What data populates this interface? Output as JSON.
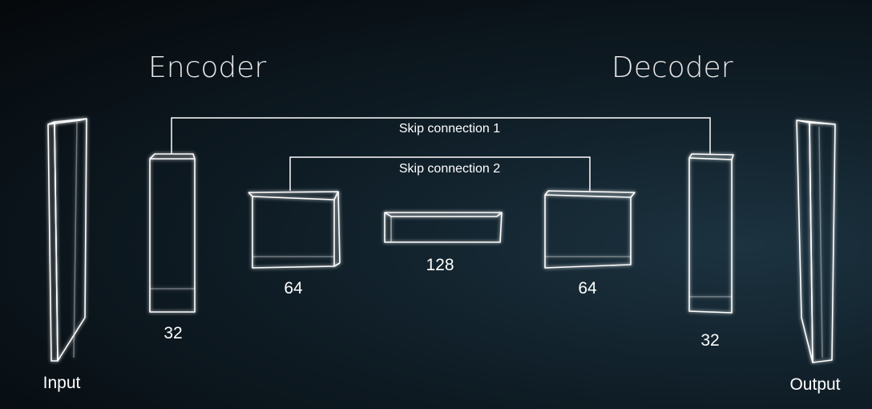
{
  "titles": {
    "encoder": "Encoder",
    "decoder": "Decoder"
  },
  "io": {
    "input": "Input",
    "output": "Output"
  },
  "blocks": {
    "enc1": "32",
    "enc2": "64",
    "bottleneck": "128",
    "dec2": "64",
    "dec1": "32"
  },
  "skips": {
    "skip1": "Skip connection 1",
    "skip2": "Skip connection 2"
  },
  "colors": {
    "background_dark": "#05080b",
    "background_accent": "#1c3340",
    "line": "#ffffff",
    "text": "#ffffff",
    "title_text": "#e6e6e6"
  }
}
